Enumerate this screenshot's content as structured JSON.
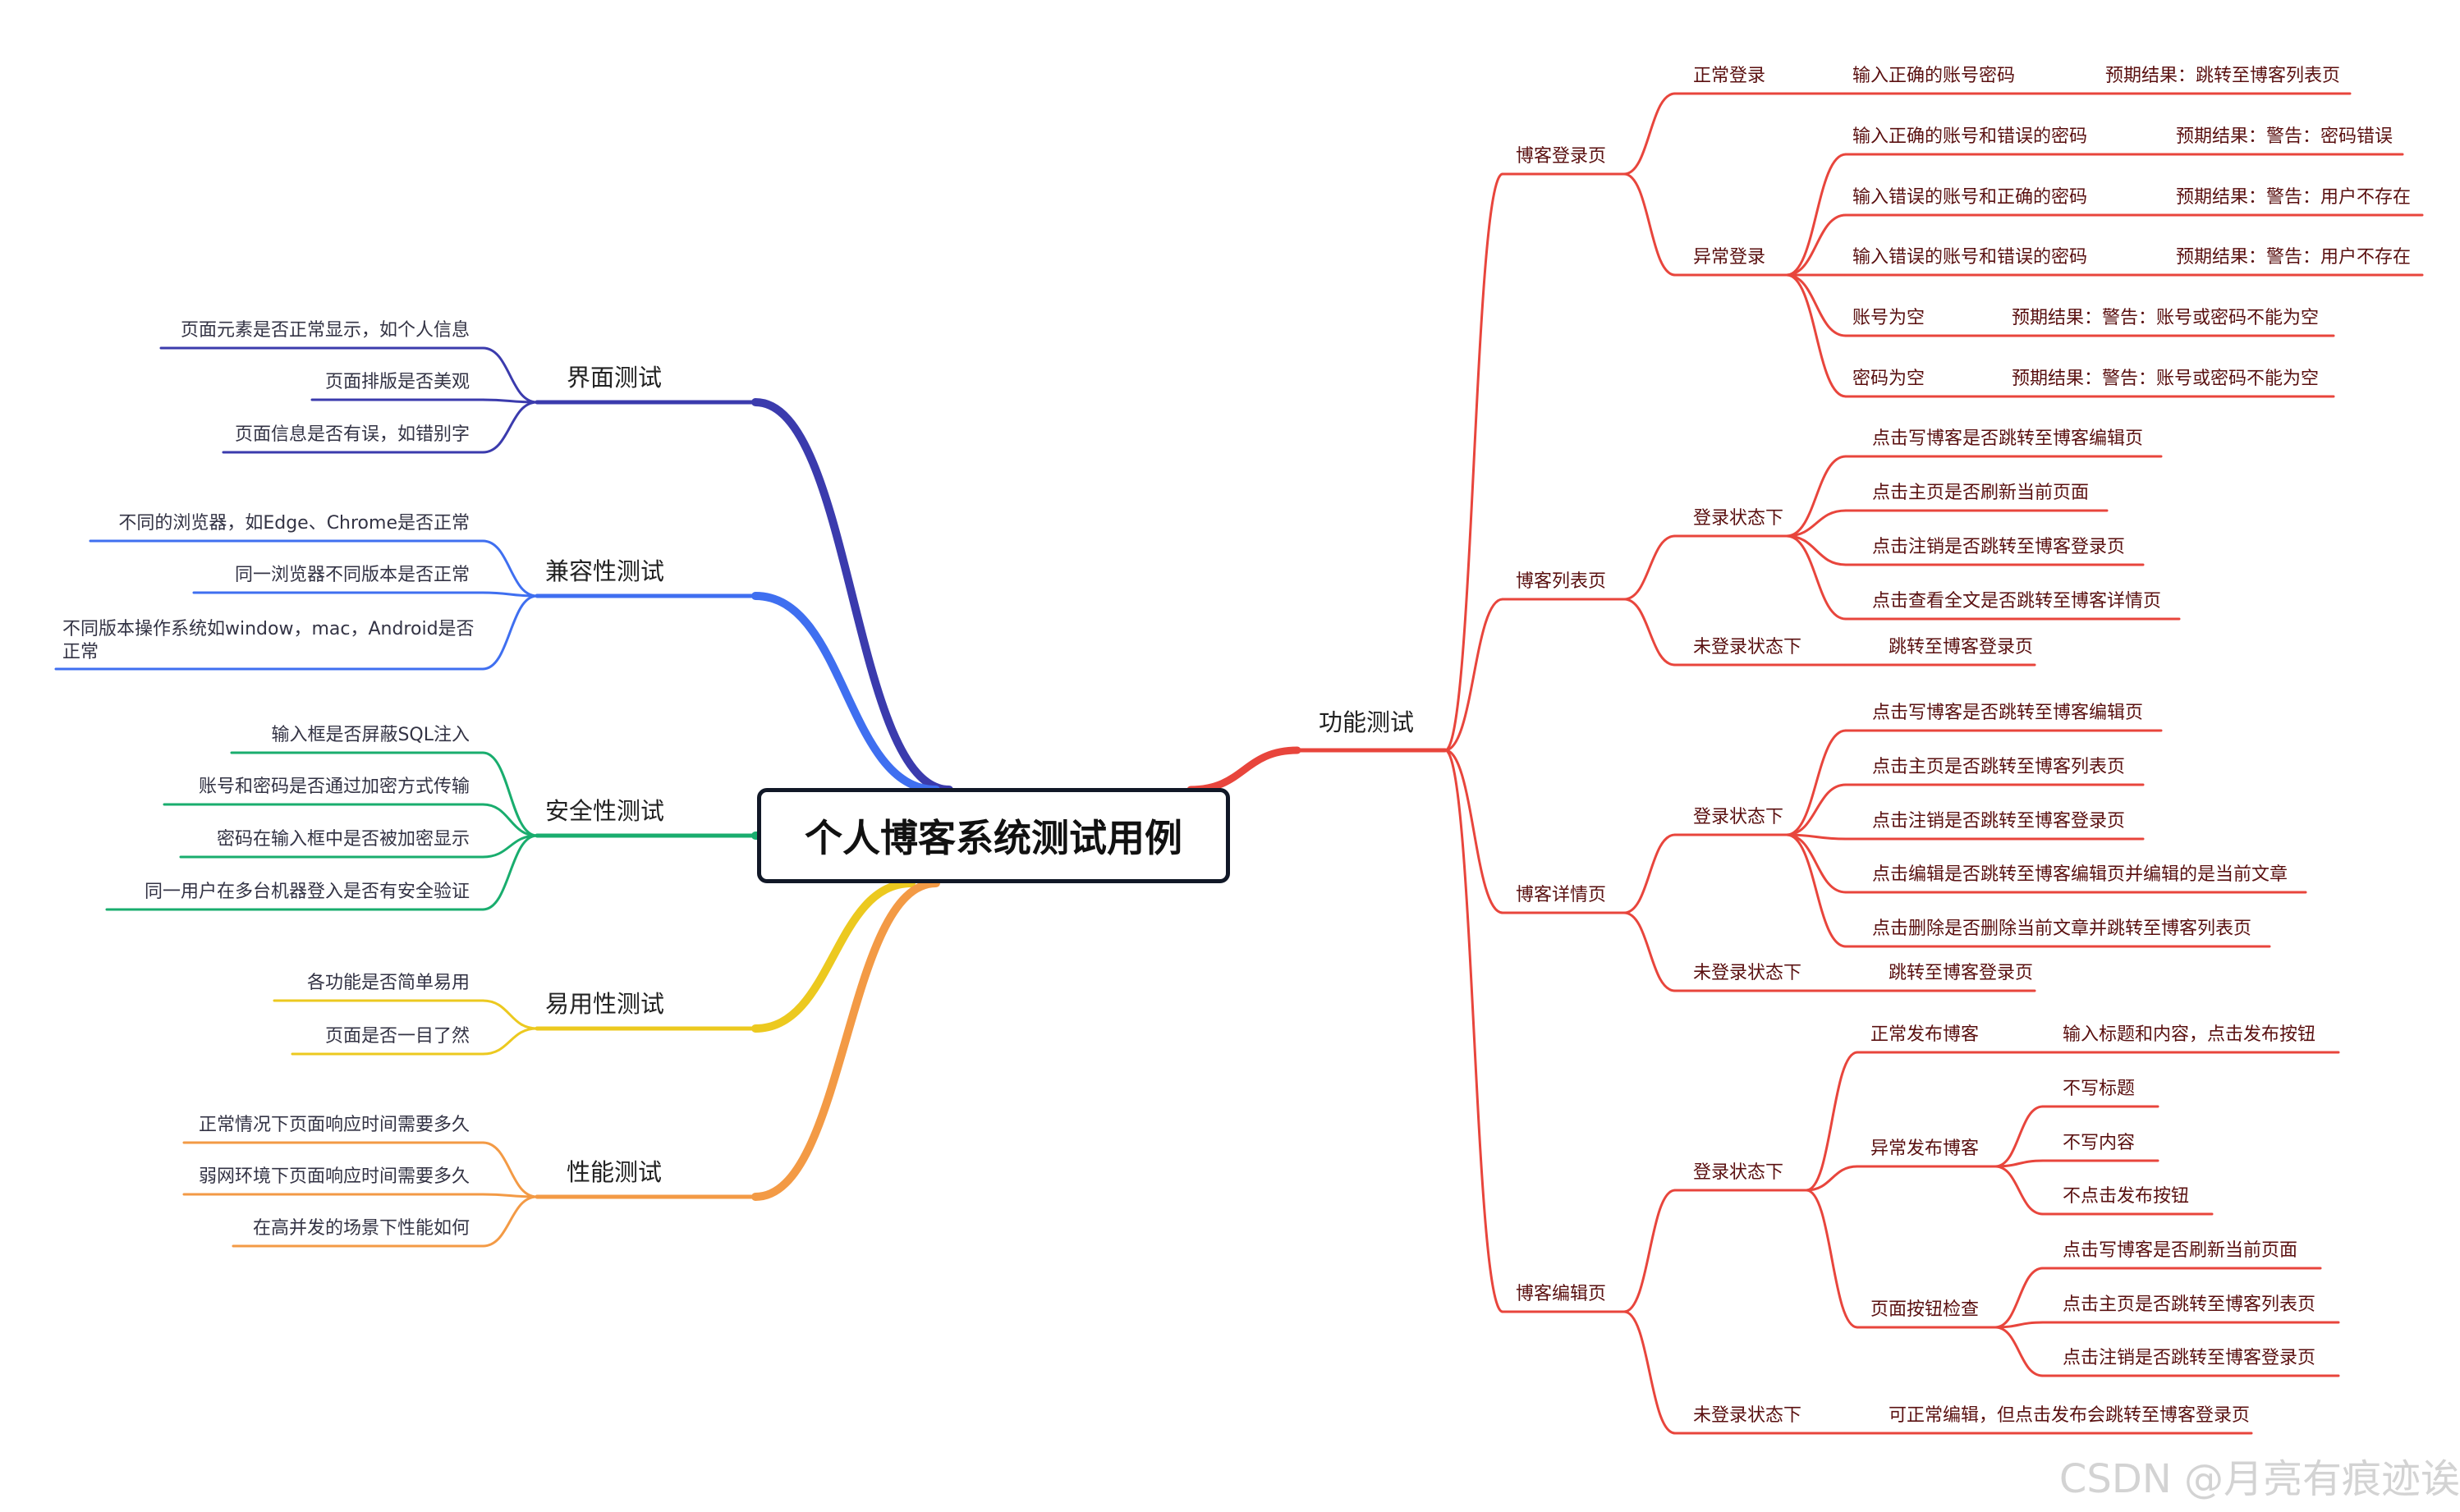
{
  "root": "个人博客系统测试用例",
  "watermark": "CSDN @月亮有痕迹诶",
  "colors": {
    "functional": "#e8453c",
    "ui": "#3b3bad",
    "compat": "#3f6ff0",
    "security": "#19ad6e",
    "usability": "#ecc91f",
    "performance": "#f39a45",
    "left_text": "#333344"
  },
  "left_branches": [
    {
      "key": "ui",
      "label": "界面测试",
      "items": [
        "页面元素是否正常显示，如个人信息",
        "页面排版是否美观",
        "页面信息是否有误，如错别字"
      ]
    },
    {
      "key": "compat",
      "label": "兼容性测试",
      "items": [
        "不同的浏览器，如Edge、Chrome是否正常",
        "同一浏览器不同版本是否正常",
        "不同版本操作系统如window，mac，Android是否正常"
      ]
    },
    {
      "key": "security",
      "label": "安全性测试",
      "items": [
        "输入框是否屏蔽SQL注入",
        "账号和密码是否通过加密方式传输",
        "密码在输入框中是否被加密显示",
        "同一用户在多台机器登入是否有安全验证"
      ]
    },
    {
      "key": "usability",
      "label": "易用性测试",
      "items": [
        "各功能是否简单易用",
        "页面是否一目了然"
      ]
    },
    {
      "key": "performance",
      "label": "性能测试",
      "items": [
        "正常情况下页面响应时间需要多久",
        "弱网环境下页面响应时间需要多久",
        "在高并发的场景下性能如何"
      ]
    }
  ],
  "functional": {
    "label": "功能测试",
    "pages": [
      {
        "label": "博客登录页",
        "groups": [
          {
            "label": "正常登录",
            "cases": [
              {
                "text": "输入正确的账号密码",
                "expect": "预期结果：跳转至博客列表页"
              }
            ]
          },
          {
            "label": "异常登录",
            "cases": [
              {
                "text": "输入正确的账号和错误的密码",
                "expect": "预期结果：警告：密码错误"
              },
              {
                "text": "输入错误的账号和正确的密码",
                "expect": "预期结果：警告：用户不存在"
              },
              {
                "text": "输入错误的账号和错误的密码",
                "expect": "预期结果：警告：用户不存在"
              },
              {
                "text": "账号为空",
                "expect": "预期结果：警告：账号或密码不能为空"
              },
              {
                "text": "密码为空",
                "expect": "预期结果：警告：账号或密码不能为空"
              }
            ]
          }
        ]
      },
      {
        "label": "博客列表页",
        "groups": [
          {
            "label": "登录状态下",
            "cases": [
              {
                "text": "点击写博客是否跳转至博客编辑页"
              },
              {
                "text": "点击主页是否刷新当前页面"
              },
              {
                "text": "点击注销是否跳转至博客登录页"
              },
              {
                "text": "点击查看全文是否跳转至博客详情页"
              }
            ]
          },
          {
            "label": "未登录状态下",
            "cases": [
              {
                "text": "跳转至博客登录页"
              }
            ]
          }
        ]
      },
      {
        "label": "博客详情页",
        "groups": [
          {
            "label": "登录状态下",
            "cases": [
              {
                "text": "点击写博客是否跳转至博客编辑页"
              },
              {
                "text": "点击主页是否跳转至博客列表页"
              },
              {
                "text": "点击注销是否跳转至博客登录页"
              },
              {
                "text": "点击编辑是否跳转至博客编辑页并编辑的是当前文章"
              },
              {
                "text": "点击删除是否删除当前文章并跳转至博客列表页"
              }
            ]
          },
          {
            "label": "未登录状态下",
            "cases": [
              {
                "text": "跳转至博客登录页"
              }
            ]
          }
        ]
      },
      {
        "label": "博客编辑页",
        "groups": [
          {
            "label": "登录状态下",
            "subgroups": [
              {
                "label": "正常发布博客",
                "cases": [
                  "输入标题和内容，点击发布按钮"
                ]
              },
              {
                "label": "异常发布博客",
                "cases": [
                  "不写标题",
                  "不写内容",
                  "不点击发布按钮"
                ]
              },
              {
                "label": "页面按钮检查",
                "cases": [
                  "点击写博客是否刷新当前页面",
                  "点击主页是否跳转至博客列表页",
                  "点击注销是否跳转至博客登录页"
                ]
              }
            ]
          },
          {
            "label": "未登录状态下",
            "cases": [
              {
                "text": "可正常编辑，但点击发布会跳转至博客登录页"
              }
            ]
          }
        ]
      }
    ]
  }
}
